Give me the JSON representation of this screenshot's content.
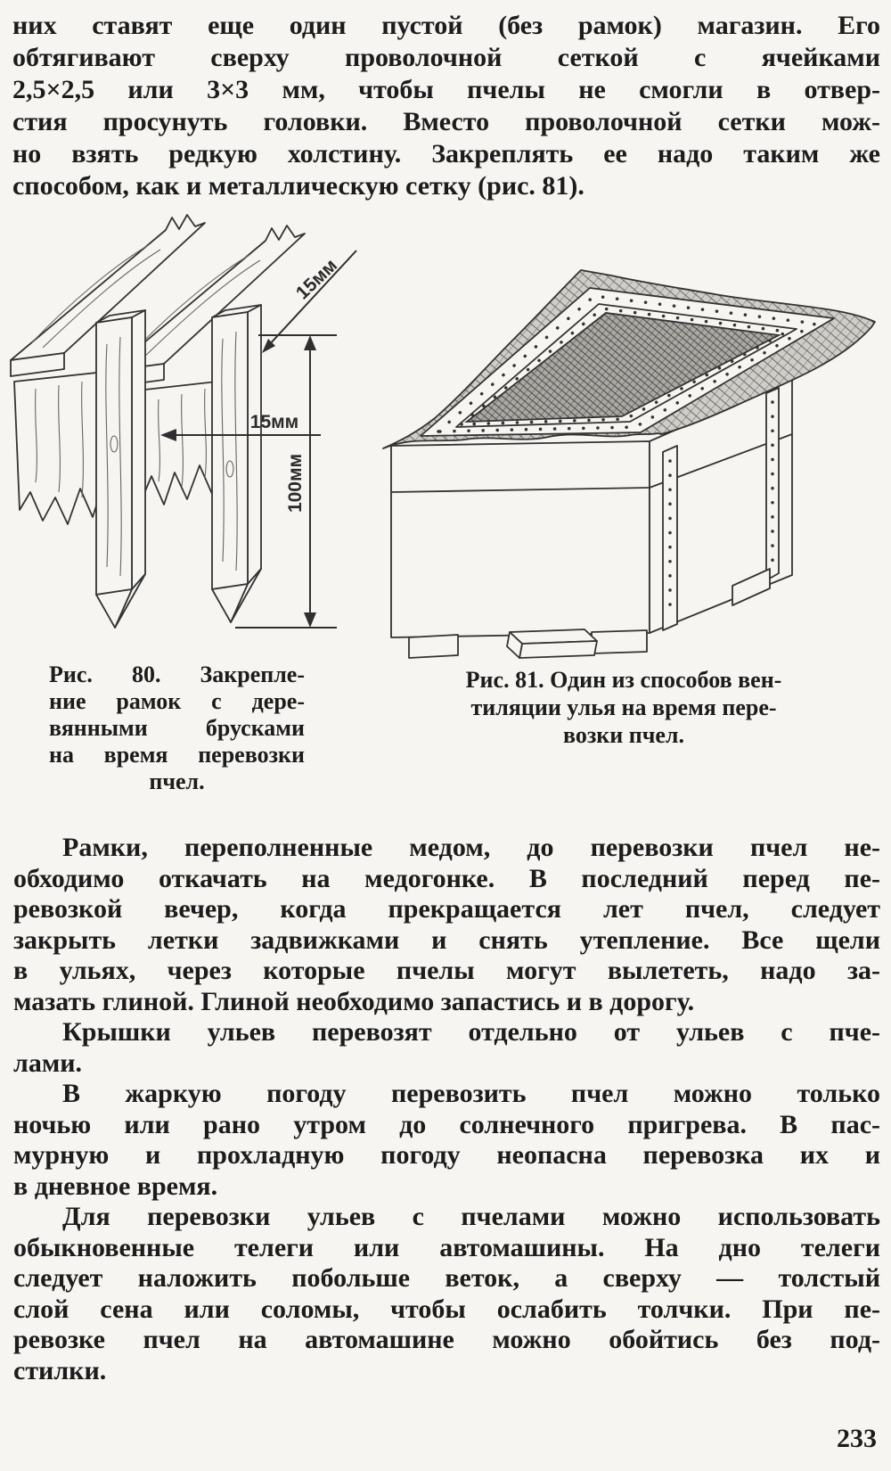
{
  "page": {
    "background": "#f6f5f2",
    "ink": "#1c1c1c",
    "page_number": "233"
  },
  "top_block": {
    "lines": [
      "них ставят еще один пустой (без рамок) магазин. Его",
      "обтягивают сверху проволочной сеткой с ячейками",
      "2,5×2,5 или 3×3 мм, чтобы пчелы не смогли в отвер-",
      "стия просунуть головки. Вместо проволочной сетки мож-",
      "но взять редкую холстину. Закреплять ее надо таким же",
      "способом, как и металлическую сетку (рис. 81)."
    ]
  },
  "figure_80": {
    "caption_lines": [
      "Рис. 80. Закрепле-",
      "ние рамок с дере-",
      "вянными брусками",
      "на время перевозки",
      "пчел."
    ],
    "dimension_labels": {
      "top_diagonal": "15мм",
      "middle_horizontal": "15мм",
      "vertical": "100мм"
    }
  },
  "figure_81": {
    "caption_lines": [
      "Рис. 81. Один из способов вен-",
      "тиляции улья на время пере-",
      "возки пчел."
    ]
  },
  "body": {
    "p1": {
      "lines": [
        "Рамки, переполненные медом, до перевозки пчел не-",
        "обходимо откачать на медогонке. В последний перед пе-",
        "ревозкой вечер, когда прекращается лет пчел, следует",
        "закрыть летки задвижками и снять утепление. Все щели",
        "в ульях, через которые пчелы могут вылететь, надо за-",
        "мазать глиной. Глиной необходимо запастись и в дорогу."
      ]
    },
    "p2": {
      "lines": [
        "Крышки ульев перевозят отдельно от ульев с пче-",
        "лами."
      ]
    },
    "p3": {
      "lines": [
        "В жаркую погоду перевозить пчел можно только",
        "ночью или рано утром до солнечного пригрева. В пас-",
        "мурную и прохладную погоду неопасна перевозка их и",
        "в дневное время."
      ]
    },
    "p4": {
      "lines": [
        "Для перевозки ульев с пчелами можно использовать",
        "обыкновенные телеги или автомашины. На дно телеги",
        "следует наложить побольше веток, а сверху — толстый",
        "слой сена или соломы, чтобы ослабить толчки. При пе-",
        "ревозке пчел на автомашине можно обойтись без под-",
        "стилки."
      ]
    }
  }
}
